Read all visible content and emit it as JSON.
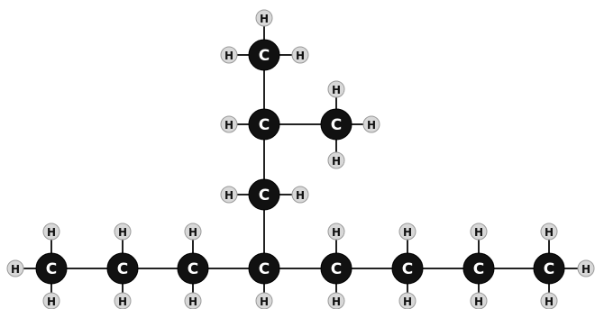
{
  "molecule": {
    "carbon_symbol": "C",
    "hydrogen_symbol": "H",
    "colors": {
      "carbon_fill": "#111111",
      "carbon_text": "#ffffff",
      "hydrogen_fill": "#d8d8d8",
      "hydrogen_text": "#111111",
      "bond": "#222222",
      "background": "#ffffff"
    },
    "carbon_count": 12,
    "hydrogen_count": 26
  }
}
